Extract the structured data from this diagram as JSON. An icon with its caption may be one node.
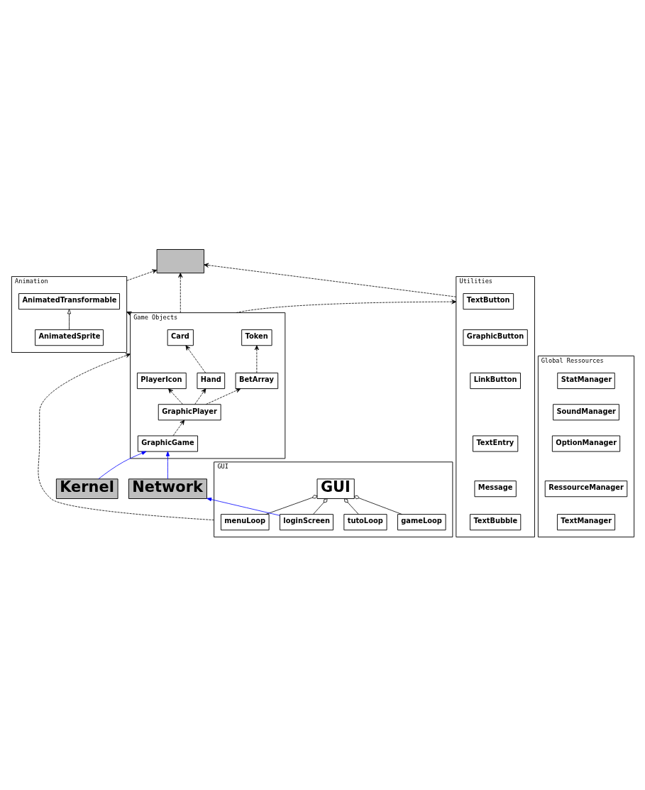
{
  "diagram": {
    "nodes": [
      {
        "text": [],
        "shape": "box"
      },
      {
        "text": [
          "Animation"
        ]
      },
      {
        "text": [
          "AnimatedTransformable"
        ],
        "in": 1
      },
      {
        "text": [
          "AnimatedSprite"
        ],
        "in": 1
      },
      {
        "text": [
          "Utilities"
        ]
      },
      {
        "text": [
          "TextButton"
        ],
        "in": 4
      },
      {
        "text": [
          "TextEntry"
        ],
        "in": 4
      },
      {
        "text": [
          "GraphicButton"
        ],
        "in": 4
      },
      {
        "text": [
          "Message"
        ],
        "in": 4
      },
      {
        "text": [
          "LinkButton"
        ],
        "in": 4
      },
      {
        "text": [
          "TextBubble"
        ],
        "in": 4
      },
      {
        "text": [
          "Global Ressources"
        ]
      },
      {
        "text": [
          "StatManager"
        ],
        "in": 11
      },
      {
        "text": [
          "SoundManager"
        ],
        "in": 11
      },
      {
        "text": [
          "OptionManager"
        ],
        "in": 11
      },
      {
        "text": [
          "RessourceManager"
        ],
        "in": 11
      },
      {
        "text": [
          "TextManager"
        ],
        "in": 11
      },
      {
        "text": [
          "Game Objects"
        ]
      },
      {
        "text": [
          "Card"
        ],
        "in": 17
      },
      {
        "text": [
          "Token"
        ],
        "in": 17
      },
      {
        "text": [
          "PlayerIcon"
        ],
        "in": 17
      },
      {
        "text": [
          "Hand"
        ],
        "in": 17
      },
      {
        "text": [
          "BetArray"
        ],
        "in": 17
      },
      {
        "text": [
          "GraphicPlayer"
        ],
        "in": 17
      },
      {
        "text": [
          "GraphicGame"
        ],
        "in": 17
      },
      {
        "text": [
          "Kernel"
        ]
      },
      {
        "text": [
          "Network"
        ]
      },
      {
        "text": [
          "GUI"
        ]
      },
      {
        "text": [
          "menuLoop"
        ],
        "in": 27
      },
      {
        "text": [
          "gameLoop"
        ],
        "in": 27
      },
      {
        "text": [
          "tutoLoop"
        ],
        "in": 27
      },
      {
        "text": [
          "loginScreen"
        ],
        "in": 27
      },
      {
        "text": [
          "GUI"
        ],
        "in": 27
      }
    ],
    "edges": [
      {
        "from": 1,
        "to": 0,
        "arrow": "to",
        "style": "dashed"
      },
      {
        "from": 4,
        "to": 0,
        "arrow": "to",
        "style": "dashed"
      },
      {
        "from": 17,
        "to": 0,
        "arrow": "to",
        "style": "dashed"
      },
      {
        "from": 17,
        "to": 1,
        "arrow": "to",
        "style": "dashed"
      },
      {
        "from": 17,
        "to": 4,
        "arrow": "to",
        "style": "dashed"
      },
      {
        "from": 3,
        "to": 2,
        "arrow": "to"
      },
      {
        "from": 21,
        "to": 18,
        "arrow": "to",
        "style": "dashed"
      },
      {
        "from": 23,
        "to": 20,
        "arrow": "to",
        "style": "dashed"
      },
      {
        "from": 23,
        "to": 21,
        "arrow": "to",
        "style": "dashed"
      },
      {
        "from": 23,
        "to": 22,
        "arrow": "to",
        "style": "dashed"
      },
      {
        "from": 22,
        "to": 19,
        "arrow": "to",
        "style": "dashed"
      },
      {
        "from": 24,
        "to": 23,
        "arrow": "to",
        "style": "dashed"
      },
      {
        "from": 25,
        "to": 24,
        "arrow": "to",
        "color": "#0000ff"
      },
      {
        "from": 26,
        "to": 24,
        "arrow": "to",
        "color": "#0000ff"
      },
      {
        "from": 27,
        "to": 17,
        "arrow": "to",
        "style": "dashed"
      },
      {
        "from": 31,
        "to": 26,
        "arrow": "to",
        "color": "#0000ff"
      },
      {
        "from": 28,
        "to": 32,
        "arrow": "other"
      },
      {
        "from": 29,
        "to": 32,
        "arrow": "other"
      },
      {
        "from": 30,
        "to": 32,
        "arrow": "other"
      },
      {
        "from": 31,
        "to": 32,
        "arrow": "other"
      }
    ]
  }
}
